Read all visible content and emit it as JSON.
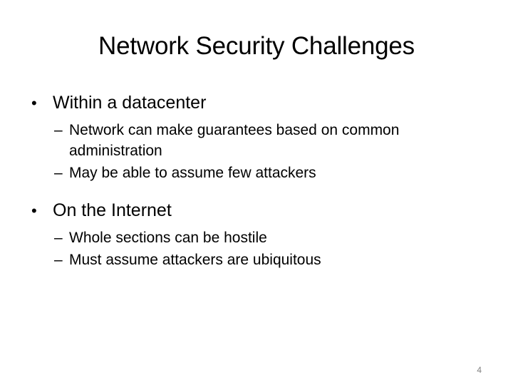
{
  "slide": {
    "title": "Network Security Challenges",
    "background_color": "#ffffff",
    "text_color": "#000000",
    "slide_number": "4",
    "slide_number_color": "#808080",
    "bullet_marker_level1": "•",
    "bullet_marker_level2": "–",
    "groups": [
      {
        "heading": "Within a datacenter",
        "sub_items": [
          "Network can make guarantees based on common administration",
          "May be able to assume few attackers"
        ]
      },
      {
        "heading": "On the Internet",
        "sub_items": [
          "Whole sections can be hostile",
          "Must assume attackers are ubiquitous"
        ]
      }
    ]
  }
}
